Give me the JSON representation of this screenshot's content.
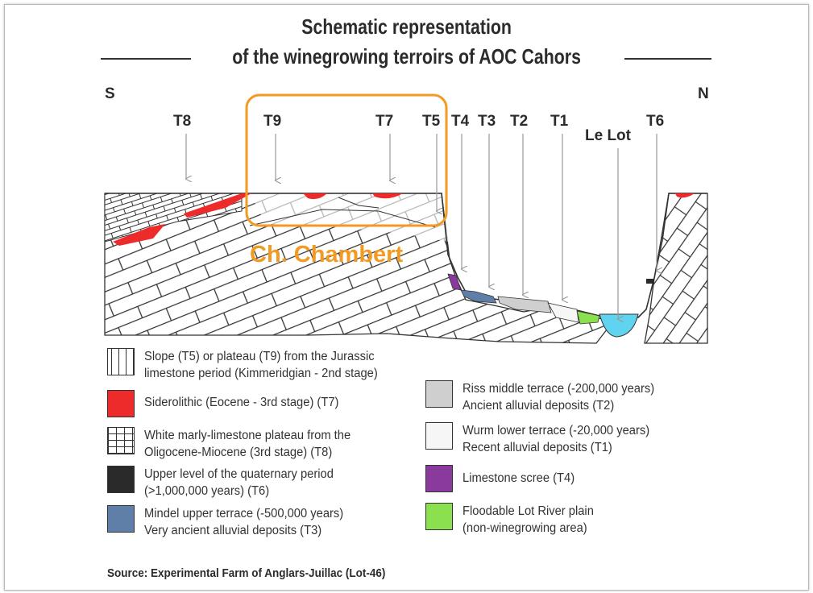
{
  "title": {
    "line1": "Schematic representation",
    "line2": "of the winegrowing terroirs of AOC Cahors"
  },
  "compass": {
    "left": "S",
    "right": "N"
  },
  "markers": [
    "T8",
    "T9",
    "T7",
    "T5",
    "T4",
    "T3",
    "T2",
    "T1",
    "Le Lot",
    "T6"
  ],
  "annotation": {
    "label": "Ch. Chambert",
    "color": "#f29a21"
  },
  "legend": [
    {
      "line1": "Slope (T5) or plateau (T9) from the Jurassic",
      "line2": "limestone period (Kimmeridgian - 2nd stage)",
      "color": "#ffffff",
      "pattern": "vertical-lines"
    },
    {
      "line1": "Siderolithic (Eocene - 3rd stage) (T7)",
      "line2": "",
      "color": "#ee2b2b",
      "pattern": "solid"
    },
    {
      "line1": "White marly-limestone plateau from the",
      "line2": "Oligocene-Miocene (3rd stage) (T8)",
      "color": "#ffffff",
      "pattern": "bricks"
    },
    {
      "line1": "Upper level of the quaternary period",
      "line2": "(>1,000,000 years) (T6)",
      "color": "#2a2a2a",
      "pattern": "solid"
    },
    {
      "line1": "Mindel upper terrace (-500,000 years)",
      "line2": "Very ancient alluvial deposits (T3)",
      "color": "#5f7fa8",
      "pattern": "solid"
    },
    {
      "line1": "Riss middle terrace (-200,000 years)",
      "line2": "Ancient alluvial deposits (T2)",
      "color": "#cfcfcf",
      "pattern": "solid"
    },
    {
      "line1": "Wurm lower terrace (-20,000 years)",
      "line2": "Recent alluvial deposits (T1)",
      "color": "#f6f6f6",
      "pattern": "solid"
    },
    {
      "line1": "Limestone scree (T4)",
      "line2": "",
      "color": "#8a3a9c",
      "pattern": "solid"
    },
    {
      "line1": "Floodable Lot River plain",
      "line2": "(non-winegrowing area)",
      "color": "#8be04e",
      "pattern": "solid"
    }
  ],
  "source": "Source: Experimental Farm of Anglars-Juillac (Lot-46)",
  "colors": {
    "river": "#5fd3f0",
    "highlight_box": "#f29a21",
    "ink": "#2b2b2b"
  }
}
